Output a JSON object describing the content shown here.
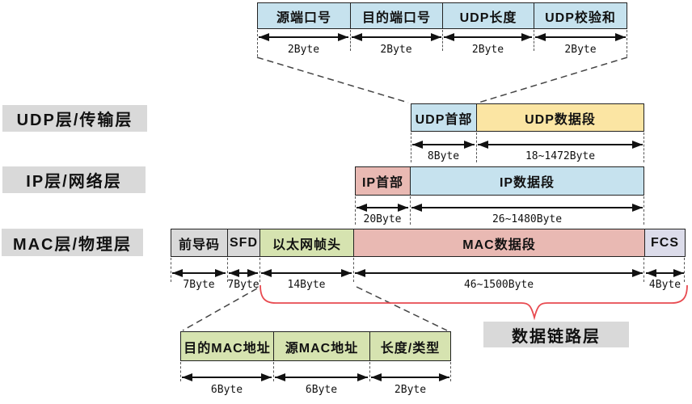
{
  "colors": {
    "blue": "#c6e2ee",
    "yellow": "#fbe5a3",
    "pink": "#e9b9b3",
    "green": "#d6e3b0",
    "gray": "#d9d9d9",
    "lavender": "#dcdcea",
    "brace_red": "#e84a50"
  },
  "layers": {
    "udp": {
      "label": "UDP层/传输层"
    },
    "ip": {
      "label": "IP层/网络层"
    },
    "mac": {
      "label": "MAC层/物理层"
    },
    "datalink": {
      "label": "数据链路层"
    }
  },
  "udp_fields_table": {
    "cells": [
      {
        "label": "源端口号",
        "size": "2Byte"
      },
      {
        "label": "目的端口号",
        "size": "2Byte"
      },
      {
        "label": "UDP长度",
        "size": "2Byte"
      },
      {
        "label": "UDP校验和",
        "size": "2Byte"
      }
    ]
  },
  "udp_row": {
    "segments": [
      {
        "label": "UDP首部",
        "size": "8Byte"
      },
      {
        "label": "UDP数据段",
        "size": "18~1472Byte"
      }
    ]
  },
  "ip_row": {
    "segments": [
      {
        "label": "IP首部",
        "size": "20Byte"
      },
      {
        "label": "IP数据段",
        "size": "26~1480Byte"
      }
    ]
  },
  "mac_row": {
    "segments": [
      {
        "label": "前导码",
        "size": "7Byte"
      },
      {
        "label": "SFD",
        "size": "7Byte"
      },
      {
        "label": "以太网帧头",
        "size": "14Byte"
      },
      {
        "label": "MAC数据段",
        "size": "46~1500Byte"
      },
      {
        "label": "FCS",
        "size": "4Byte"
      }
    ]
  },
  "mac_header_table": {
    "cells": [
      {
        "label": "目的MAC地址",
        "size": "6Byte"
      },
      {
        "label": "源MAC地址",
        "size": "6Byte"
      },
      {
        "label": "长度/类型",
        "size": "2Byte"
      }
    ]
  }
}
